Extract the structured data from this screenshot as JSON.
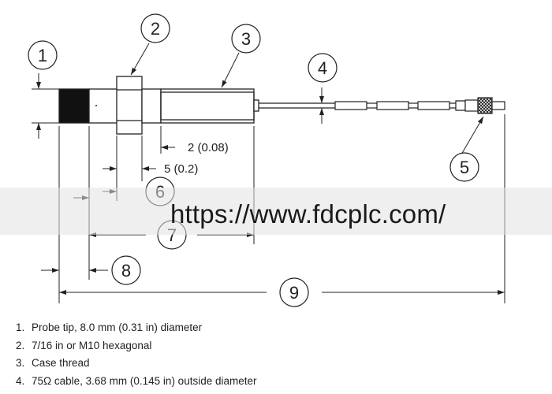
{
  "callouts": [
    "1",
    "2",
    "3",
    "4",
    "5",
    "6",
    "7",
    "8",
    "9"
  ],
  "dimensions": {
    "d1": "2 (0.08)",
    "d2": "5 (0.2)"
  },
  "watermark": "https://www.fdcplc.com/",
  "legend": [
    {
      "num": "1.",
      "text": "Probe tip, 8.0 mm (0.31 in) diameter"
    },
    {
      "num": "2.",
      "text": "7/16 in or M10 hexagonal"
    },
    {
      "num": "3.",
      "text": "Case thread"
    },
    {
      "num": "4.",
      "text": "75Ω cable, 3.68 mm (0.145 in) outside diameter"
    }
  ]
}
